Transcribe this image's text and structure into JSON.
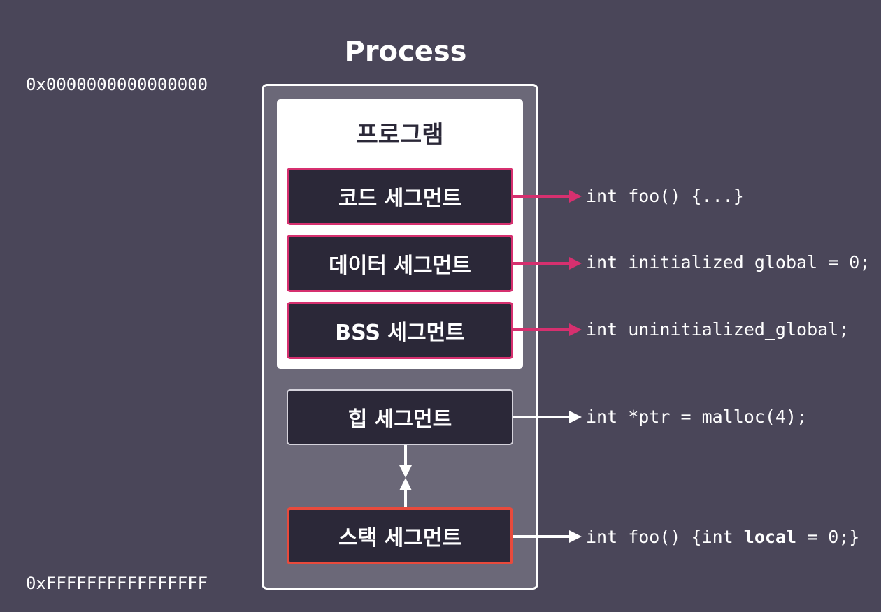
{
  "title": "Process",
  "address_start": "0x0000000000000000",
  "address_end": "0xFFFFFFFFFFFFFFFF",
  "program_label": "프로그램",
  "segments": {
    "code": "코드 세그먼트",
    "data": "데이터 세그먼트",
    "bss": "BSS 세그먼트",
    "heap": "힙 세그먼트",
    "stack": "스택 세그먼트"
  },
  "code_examples": {
    "code": "int foo() {...}",
    "data": "int initialized_global = 0;",
    "bss": "int uninitialized_global;",
    "heap": "int *ptr = malloc(4);",
    "stack_prefix": "int foo() {int ",
    "stack_bold": "local",
    "stack_suffix": " = 0;}"
  },
  "colors": {
    "background": "#4a4659",
    "process_fill": "#6b6878",
    "program_fill": "#ffffff",
    "segment_fill": "#2b2838",
    "pink_accent": "#d6306f",
    "red_accent": "#e84a3c",
    "white_arrow": "#ffffff"
  }
}
